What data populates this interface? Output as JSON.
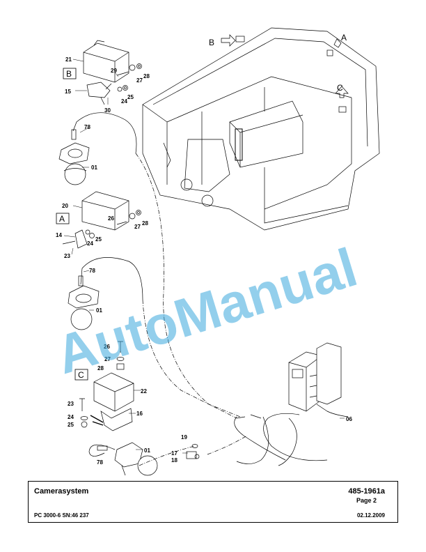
{
  "watermark": "AutoManual",
  "views": {
    "a": "A",
    "b": "B",
    "c": "C"
  },
  "parts": {
    "p21": "21",
    "p29": "29",
    "p28a": "28",
    "p27a": "27",
    "p25a": "25",
    "p24a": "24",
    "p30": "30",
    "p15": "15",
    "p78a": "78",
    "p01a": "01",
    "p20": "20",
    "p26a": "26",
    "p28b": "28",
    "p27b": "27",
    "p14": "14",
    "p25b": "25",
    "p24b": "24",
    "p23a": "23",
    "p78b": "78",
    "p01b": "01",
    "p26c": "26",
    "p27c": "27",
    "p28c": "28",
    "p22": "22",
    "p23c": "23",
    "p16": "16",
    "p24c": "24",
    "p25c": "25",
    "p01c": "01",
    "p78c": "78",
    "p19": "19",
    "p17": "17",
    "p18": "18",
    "p06": "06"
  },
  "title_block": {
    "title": "Camerasystem",
    "doc_number": "485-1961a",
    "page": "Page 2",
    "machine": "PC 3000-6 SN:46 237",
    "date": "02.12.2009"
  }
}
